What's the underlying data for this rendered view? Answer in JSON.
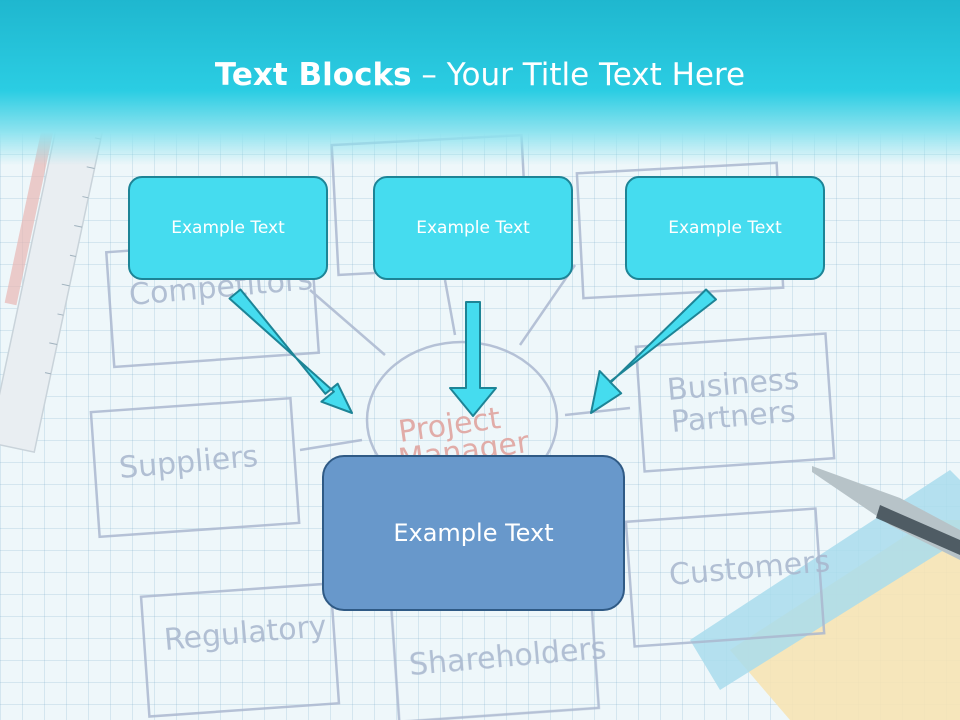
{
  "slide": {
    "title_bold": "Text Blocks",
    "title_separator": " – ",
    "title_rest": "Your Title Text Here"
  },
  "blocks": {
    "top_left": "Example Text",
    "top_center": "Example Text",
    "top_right": "Example Text",
    "center": "Example Text"
  },
  "background_sketch": {
    "competitors": "Competitors",
    "suppliers": "Suppliers",
    "regulatory": "Regulatory",
    "shareholders": "Shareholders",
    "customers": "Customers",
    "business_partners_1": "Business",
    "business_partners_2": "Partners",
    "project_manager_1": "Project",
    "project_manager_2": "Manager"
  },
  "colors": {
    "header": "#2bcde3",
    "small_box_fill": "#45dcef",
    "small_box_border": "#1d8496",
    "center_box_fill": "#6898cb",
    "center_box_border": "#2f5a85",
    "arrow_fill": "#45dcef",
    "arrow_stroke": "#1d8496"
  }
}
